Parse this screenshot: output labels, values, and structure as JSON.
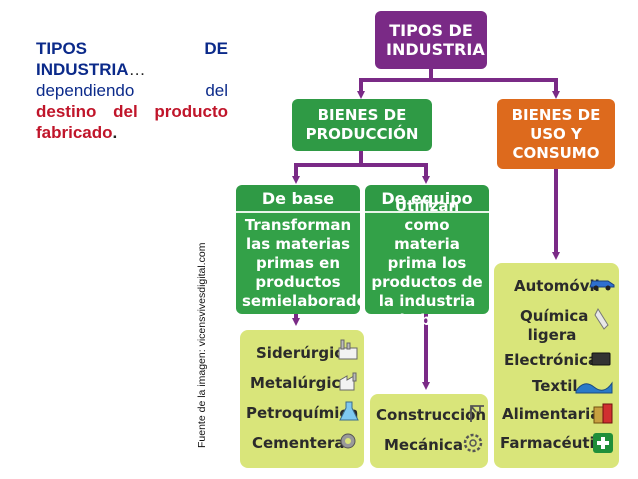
{
  "intro": {
    "line1_a": "TIPOS",
    "line1_b": "DE",
    "line2": "INDUSTRIA",
    "line2_suffix": "…",
    "line3_a": "dependiendo",
    "line3_b": "del",
    "line4": "destino del producto",
    "line5": "fabricado",
    "line5_suffix": "."
  },
  "source": "Fuente de la imagen: vicensvivesdigital.com",
  "diagram": {
    "root": "TIPOS DE INDUSTRIA",
    "production": "BIENES DE PRODUCCIÓN",
    "consumer": "BIENES DE USO Y CONSUMO",
    "base": {
      "title": "De base",
      "description": "Transforman las materias primas en productos semielaborados",
      "items": [
        "Siderúrgica",
        "Metalúrgica",
        "Petroquímica",
        "Cementera"
      ]
    },
    "equipment": {
      "title": "De equipo",
      "description": "Utilizan como materia prima los productos de la industria de base",
      "items": [
        "Construcción",
        "Mecánica"
      ]
    },
    "consumer_items": [
      "Automóvil",
      "Química ligera",
      "Electrónica",
      "Textil",
      "Alimentaria",
      "Farmacéutica"
    ]
  },
  "colors": {
    "purple": "#7a2a86",
    "green": "#2f9a45",
    "orange": "#dd6a1d",
    "light_green": "#d9e57a"
  }
}
